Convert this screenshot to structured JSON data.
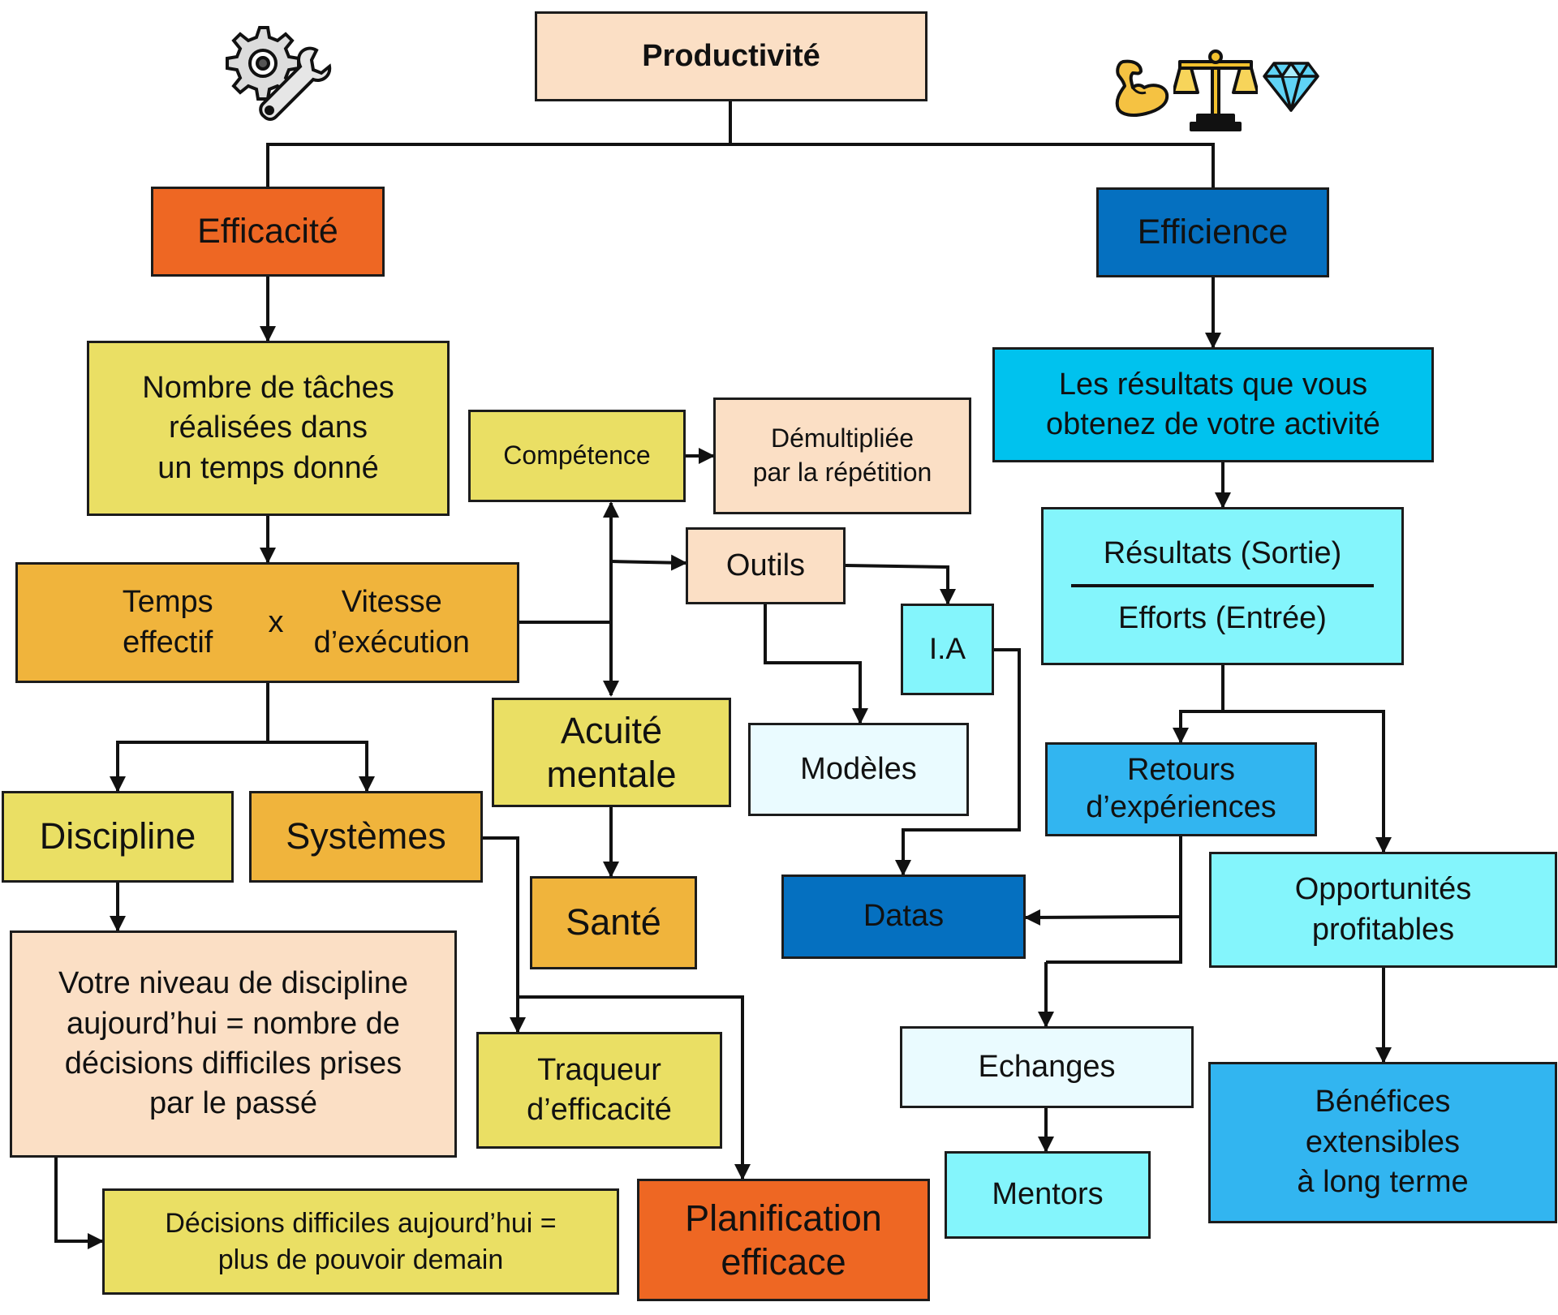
{
  "colors": {
    "orange": "#ee6723",
    "amber": "#f0b43c",
    "yellow": "#eadf64",
    "peach": "#fbdfc5",
    "blue_dark": "#0570c0",
    "blue_mid": "#32b5f0",
    "cyan": "#00c2ee",
    "cyan_light": "#84f5fc",
    "ice": "#eafbff"
  },
  "icons": [
    "gear-wrench-icon",
    "flexed-biceps-icon",
    "balance-scale-icon",
    "gem-icon"
  ],
  "nodes": {
    "productivite": "Productivité",
    "efficacite": "Efficacité",
    "efficience": "Efficience",
    "nombre_taches": "Nombre de tâches\nréalisées dans\nun temps donné",
    "resultats_activite": "Les résultats que vous\nobtenez de votre activité",
    "temps_effectif": "Temps\neffectif",
    "multiplication": "x",
    "vitesse_execution": "Vitesse\nd’exécution",
    "competence": "Compétence",
    "demultipliee": "Démultipliée\npar la répétition",
    "outils": "Outils",
    "ia": "I.A",
    "resultats_sortie": "Résultats (Sortie)",
    "efforts_entree": "Efforts (Entrée)",
    "acuite_mentale": "Acuité\nmentale",
    "modeles": "Modèles",
    "retours_experiences": "Retours\nd’expériences",
    "discipline": "Discipline",
    "systemes": "Systèmes",
    "sante": "Santé",
    "datas": "Datas",
    "opportunites": "Opportunités\nprofitables",
    "niveau_discipline": "Votre niveau de discipline\naujourd’hui = nombre de\ndécisions difficiles prises\npar le passé",
    "traqueur": "Traqueur\nd’efficacité",
    "echanges": "Echanges",
    "benefices": "Bénéfices\nextensibles\nà long terme",
    "mentors": "Mentors",
    "decisions_difficiles": "Décisions difficiles aujourd’hui =\nplus de pouvoir demain",
    "planification": "Planification\nefficace"
  }
}
